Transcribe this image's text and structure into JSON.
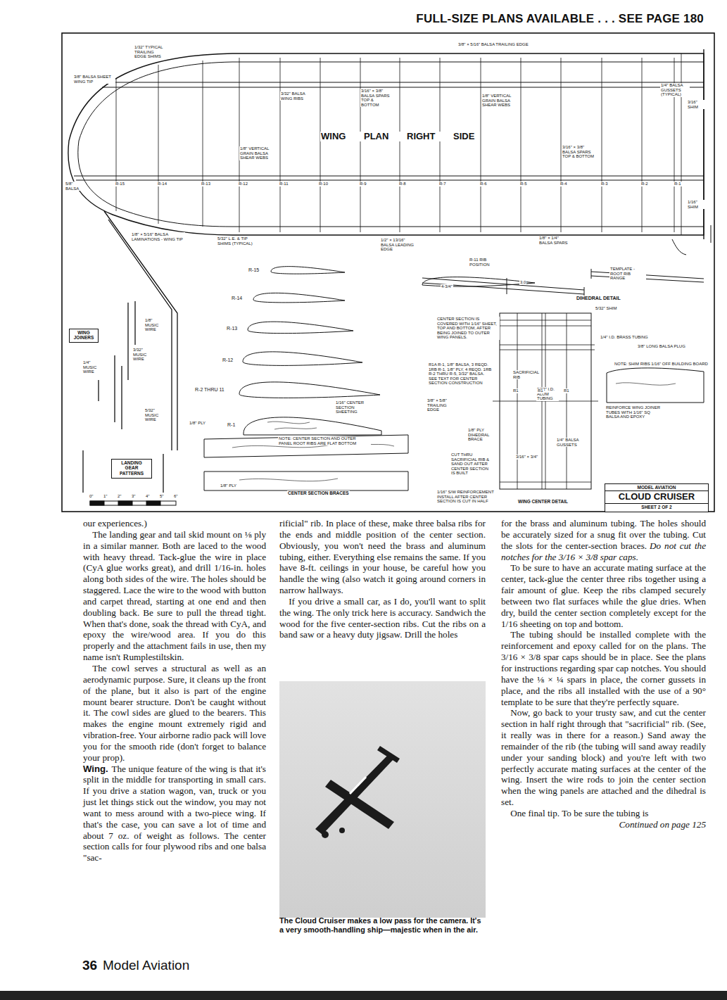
{
  "diagram": {
    "title": "FULL-SIZE PLANS AVAILABLE . . . SEE PAGE 180",
    "caption": "The Cloud Cruiser makes a low pass for the camera. It's a very smooth-handling ship—majestic when in the air.",
    "nodes": [
      {
        "text": [
          "MODEL AVIATION",
          "CLOUD CRUISER",
          "SHEET 2 OF 2"
        ]
      },
      {
        "text": [
          "WING JOINERS"
        ]
      },
      {
        "text": [
          "LANDING GEAR PATTERNS"
        ]
      }
    ],
    "labels": [
      "1/32\" TYPICAL TRAILING EDGE SHIMS",
      "3/8\" BALSA SHEET WING TIP",
      "3/8\" × 5/16\" BALSA TRAILING EDGE",
      "1/4\" BALSA GUSSETS (TYPICAL)",
      "3/16\" SHIM",
      "3/32\" BALSA WING RIBS",
      "3/16\" × 3/8\" BALSA SPARS TOP & BOTTOM",
      "1/8\" VERTICAL GRAIN BALSA SHEAR WEBS",
      "WING PLAN RIGHT SIDE",
      "1/8\" VERTICAL GRAIN BALSA SHEAR WEBS",
      "3/16\" × 3/8\" BALSA SPARS TOP & BOTTOM",
      "R-15",
      "R-14",
      "R-13",
      "R-12",
      "R-11",
      "R-10",
      "R-9",
      "R-8",
      "R-7",
      "R-6",
      "R-5",
      "R-4",
      "R-3",
      "R-2",
      "R-1",
      "5/8\" BALSA",
      "1/16\" SHIM",
      "1/8\" × 5/16\" BALSA LAMINATIONS - WING TIP",
      "5/32\" L.E. & TIP SHIMS (TYPICAL)",
      "1/2\" × 13/16\" BALSA LEADING EDGE",
      "1/8\" × 1/4\" BALSA SPARS",
      "R-11 RIB POSITION",
      "4-3/4\"",
      "3.0",
      "TEMPLATE - ROOT RIB RANGE",
      "DIHEDRAL DETAIL",
      "R-15",
      "R-14",
      "R-13",
      "R-12",
      "R-2 THRU 11",
      "R-1",
      "1/8\" MUSIC WIRE",
      "3/32\" MUSIC WIRE",
      "1/4\" MUSIC WIRE",
      "5/32\" MUSIC WIRE",
      "1/8\" PLY",
      "1/16\" CENTER SECTION SHEETING",
      "NOTE: CENTER SECTION AND OUTER PANEL ROOT RIBS ARE FLAT BOTTOM",
      "CENTER SECTION IS COVERED WITH 1/16\" SHEET, TOP AND BOTTOM, AFTER BEING JOINED TO OUTER WING PANELS.",
      "R1A R-1, 1/8\" BALSA, 3 REQD. 1RB R-1, 1/8\" PLY, 4 REQD. 1RB R-2 THRU R-5, 3/32\" BALSA. SEE TEXT FOR CENTER SECTION CONSTRUCTION",
      "SACRIFICIAL RIB",
      "3/8\" × 5/8\" TRAILING EDGE",
      "1/8\" PLY DIHEDRAL BRACE",
      "CUT THRU SACRIFICIAL RIB & SAND OUT AFTER CENTER SECTION IS BUILT",
      "3/16\" × 3/4\"",
      "1/4\" BALSA GUSSETS",
      "1/16\" S/W REINFORCEMENT INSTALL AFTER CENTER SECTION IS CUT IN HALF",
      "WING CENTER DETAIL",
      "5/32\" SHIM",
      "1/4\" I.D. BRASS TUBING",
      "3/8\" LONG BALSA PLUG",
      "NOTE: SHIM RIBS 1/16\" OFF BUILDING BOARD",
      "REINFORCE WING JOINER TUBES WITH 1/16\" SQ BALSA AND EPOXY",
      "9/32\" I.D. ALUM TUBING",
      "R1",
      "R1",
      "R1",
      "CENTER SECTION BRACES",
      "1/8\" PLY",
      "0\"",
      "1\"",
      "2\"",
      "3\"",
      "4\"",
      "5\"",
      "6\"",
      "our experiences.)",
      "The landing gear and tail skid mount on ⅛ ply in a similar manner. Both are laced to the wood with heavy thread. Tack-glue the wire in place (CyA glue works great), and drill 1/16-in. holes along both sides of the wire. The holes should be staggered. Lace the wire to the wood with button and carpet thread, starting at one end and then doubling back. Be sure to pull the thread tight. When that's done, soak the thread with CyA, and epoxy the wire/wood area. If you do this properly and the attachment fails in use, then my name isn't Rumplestiltskin.",
      "The cowl serves a structural as well as an aerodynamic purpose. Sure, it cleans up the front of the plane, but it also is part of the engine mount bearer structure. Don't be caught without it. The cowl sides are glued to the bearers. This makes the engine mount extremely rigid and vibration-free. Your airborne radio pack will love you for the smooth ride (don't forget to balance your prop).",
      "Wing.",
      "The unique feature of the wing is that it's split in the middle for transporting in small cars. If you drive a station wagon, van, truck or you just let things stick out the window, you may not want to mess around with a two-piece wing. If that's the case, you can save a lot of time and about 7 oz. of weight as follows. The center section calls for four plywood ribs and one balsa \"sac-",
      "rificial\" rib. In place of these, make three balsa ribs for the ends and middle position of the center section. Obviously, you won't need the brass and aluminum tubing, either. Everything else remains the same. If you have 8-ft. ceilings in your house, be careful how you handle the wing (also watch it going around corners in narrow hallways.",
      "If you drive a small car, as I do, you'll want to split the wing. The only trick here is accuracy. Sandwich the wood for the five center-section ribs. Cut the ribs on a band saw or a heavy duty jigsaw. Drill the holes",
      "for the brass and aluminum tubing. The holes should be accurately sized for a snug fit over the tubing. Cut the slots for the center-section braces.",
      "Do not cut the notches for the 3/16 × 3/8 spar caps.",
      "To be sure to have an accurate mating surface at the center, tack-glue the center three ribs together using a fair amount of glue. Keep the ribs clamped securely between two flat surfaces while the glue dries. When dry, build the center section completely except for the 1/16 sheeting on top and bottom.",
      "The tubing should be installed complete with the reinforcement and epoxy called for on the plans. The 3/16 × 3/8 spar caps should be in place. See the plans for instructions regarding spar cap notches. You should have the ⅛ × ¼ spars in place, the corner gussets in place, and the ribs all installed with the use of a 90° template to be sure that they're perfectly square.",
      "Now, go back to your trusty saw, and cut the center section in half right through that \"sacrificial\" rib. (See, it really was in there for a reason.) Sand away the remainder of the rib (the tubing will sand away readily under your sanding block) and you're left with two perfectly accurate mating surfaces at the center of the wing. Insert the wire rods to join the center section when the wing panels are attached and the dihedral is set.",
      "One final tip. To be sure the tubing is",
      "Continued on page 125",
      "36",
      "Model Aviation"
    ]
  }
}
